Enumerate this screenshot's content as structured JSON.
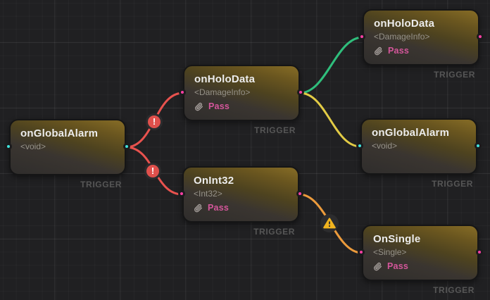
{
  "canvas": {
    "background": "#202022",
    "grid_minor_color": "#2a2a2c",
    "grid_major_color": "#323234"
  },
  "nodes": [
    {
      "title": "onGlobalAlarm",
      "subtitle": "<void>",
      "badge": "TRIGGER",
      "port_color": "#40E5DE"
    },
    {
      "title": "onHoloData",
      "subtitle": "<DamageInfo>",
      "badge": "TRIGGER",
      "pass_label": "Pass",
      "port_color": "#FF3FA4"
    },
    {
      "title": "OnInt32",
      "subtitle": "<Int32>",
      "badge": "TRIGGER",
      "pass_label": "Pass",
      "port_color": "#FF3FA4"
    },
    {
      "title": "onHoloData",
      "subtitle": "<DamageInfo>",
      "badge": "TRIGGER",
      "pass_label": "Pass",
      "port_color": "#FF3FA4"
    },
    {
      "title": "onGlobalAlarm",
      "subtitle": "<void>",
      "badge": "TRIGGER",
      "port_color": "#40E5DE"
    },
    {
      "title": "OnSingle",
      "subtitle": "<Single>",
      "badge": "TRIGGER",
      "pass_label": "Pass",
      "port_color": "#FF3FA4"
    }
  ],
  "wires": [
    {
      "from": "onGlobalAlarm",
      "to": "onHoloData",
      "color": "#E8524E",
      "status": "error"
    },
    {
      "from": "onGlobalAlarm",
      "to": "OnInt32",
      "color": "#E8524E",
      "status": "error"
    },
    {
      "from": "onHoloData",
      "to": "onHoloData",
      "color": "#2FBE7C",
      "status": "ok"
    },
    {
      "from": "onHoloData",
      "to": "onGlobalAlarm",
      "color": "#E2CB45",
      "status": "ok"
    },
    {
      "from": "OnInt32",
      "to": "OnSingle",
      "color": "#EC9B3C",
      "status": "warning"
    }
  ],
  "markers": [
    {
      "type": "error",
      "glyph": "!",
      "color": "#E0504C"
    },
    {
      "type": "error",
      "glyph": "!",
      "color": "#E0504C"
    },
    {
      "type": "warning",
      "glyph": "!",
      "color": "#F1B41E"
    }
  ]
}
